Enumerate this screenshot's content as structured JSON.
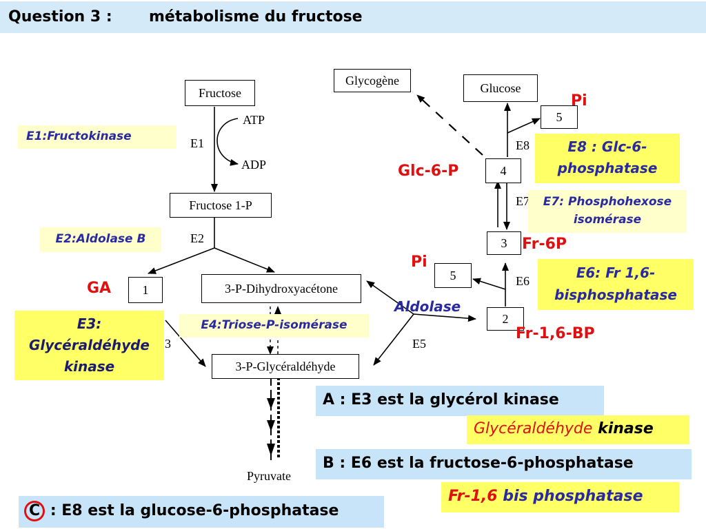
{
  "title": {
    "question": "Question 3 :",
    "subject": "métabolisme du fructose"
  },
  "nodes": {
    "fructose": "Fructose",
    "fructose1p": "Fructose 1-P",
    "dhap": "3-P-Dihydroxyacétone",
    "ga_box": "1",
    "g3p": "3-P-Glycéraldéhyde",
    "pyruvate": "Pyruvate",
    "glycogene": "Glycogène",
    "glucose": "Glucose",
    "box5_top": "5",
    "box4": "4",
    "box3": "3",
    "box5_mid": "5",
    "box2": "2"
  },
  "small_labels": {
    "atp": "ATP",
    "adp": "ADP",
    "e1": "E1",
    "e2": "E2",
    "e3": "E3",
    "e5": "E5",
    "e6": "E6",
    "e7": "E7",
    "e8": "E8"
  },
  "enzymes": {
    "e1": "E1:Fructokinase",
    "e2": "E2:Aldolase B",
    "e3": "E3: Glycéraldéhyde kinase",
    "e4": "E4:Triose-P-isomérase",
    "e6": "E6: Fr 1,6-bisphosphatase",
    "e7": "E7: Phosphohexose isomérase",
    "e8": "E8 : Glc-6-phosphatase",
    "aldolase": "Aldolase"
  },
  "annotations": {
    "pi_top": "Pi",
    "glc6p": "Glc-6-P",
    "fr6p": "Fr-6P",
    "pi_mid": "Pi",
    "ga": "GA",
    "fr16bp": "Fr-1,6-BP"
  },
  "answers": {
    "a": "A : E3 est la glycérol kinase",
    "a_corr_red": "Glycéraldéhyde",
    "a_corr_black": " kinase",
    "b": "B : E6 est la fructose-6-phosphatase",
    "b_corr_red": "Fr-1,6",
    "b_corr_blue": " bis phosphatase",
    "c_letter": "C",
    "c_text": " : E8 est la glucose-6-phosphatase"
  },
  "colors": {
    "highlight_yellow": "#ffff66",
    "light_yellow": "#ffffcc",
    "light_blue": "#c8e4f8",
    "red": "#e01010",
    "blue": "#2a2aa0"
  }
}
